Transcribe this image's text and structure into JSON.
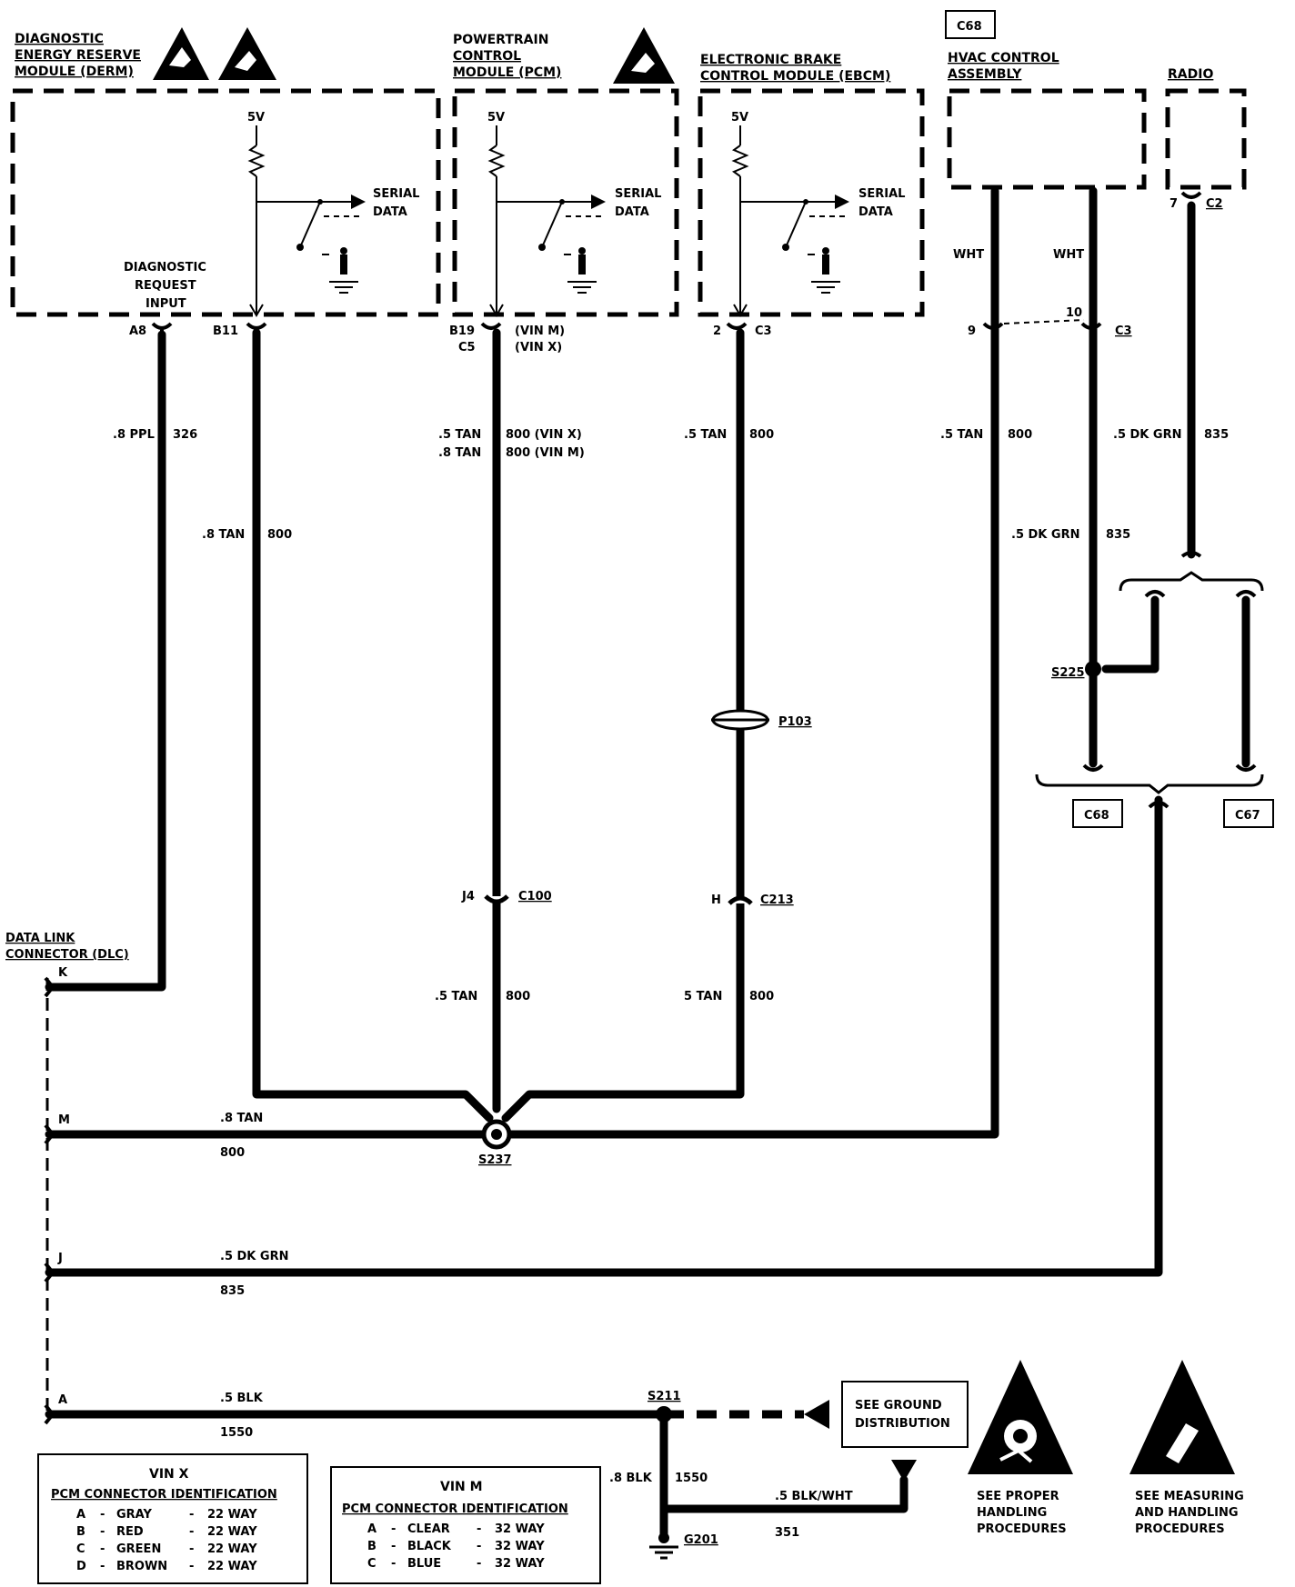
{
  "modules": {
    "derm": {
      "line1": "DIAGNOSTIC",
      "line2": "ENERGY RESERVE",
      "line3": "MODULE (DERM)"
    },
    "pcm": {
      "line1": "POWERTRAIN",
      "line2": "CONTROL",
      "line3": "MODULE (PCM)"
    },
    "ebcm": {
      "line1": "ELECTRONIC BRAKE",
      "line2": "CONTROL MODULE (EBCM)"
    },
    "hvac": {
      "ref": "C68",
      "line1": "HVAC CONTROL",
      "line2": "ASSEMBLY"
    },
    "radio": {
      "line1": "RADIO"
    }
  },
  "internal": {
    "v5": "5V",
    "serial": "SERIAL",
    "data": "DATA",
    "diag_req_1": "DIAGNOSTIC",
    "diag_req_2": "REQUEST",
    "diag_req_3": "INPUT"
  },
  "pins": {
    "derm_a8": "A8",
    "derm_b11": "B11",
    "pcm_b19": "B19",
    "pcm_c5": "C5",
    "pcm_vinm": "(VIN M)",
    "pcm_vinx": "(VIN X)",
    "ebcm_2": "2",
    "ebcm_c3": "C3",
    "hvac_9": "9",
    "hvac_10": "10",
    "hvac_c3": "C3",
    "radio_7": "7",
    "radio_c2": "C2",
    "c100_j4": "J4",
    "c100": "C100",
    "c213_h": "H",
    "c213": "C213"
  },
  "wires": {
    "w326_size": ".8 PPL",
    "w326_num": "326",
    "w800a_size": ".8 TAN",
    "w800a_num": "800",
    "pcm_size1": ".5 TAN",
    "pcm_num1": "800 (VIN X)",
    "pcm_size2": ".8 TAN",
    "pcm_num2": "800 (VIN M)",
    "ebcm_size": ".5 TAN",
    "ebcm_num": "800",
    "hvac9_color": "WHT",
    "hvac10_color": "WHT",
    "hvac9_size": ".5 TAN",
    "hvac9_num": "800",
    "hvac10_size": ".5 DK GRN",
    "hvac10_num": "835",
    "radio_size": ".5 DK GRN",
    "radio_num": "835",
    "pcm_low_size": ".5 TAN",
    "pcm_low_num": "800",
    "ebcm_low_size": "5 TAN",
    "ebcm_low_num": "800",
    "m_size": ".8 TAN",
    "m_num": "800",
    "j_size": ".5 DK GRN",
    "j_num": "835",
    "a_size": ".5 BLK",
    "a_num": "1550",
    "g201_size": ".8 BLK",
    "g201_num": "1550",
    "bw_size": ".5 BLK/WHT",
    "bw_num": "351"
  },
  "splices": {
    "s225": "S225",
    "s237": "S237",
    "s211": "S211",
    "p103": "P103",
    "g201": "G201"
  },
  "connectors": {
    "c68": "C68",
    "c67": "C67"
  },
  "dlc": {
    "line1": "DATA LINK",
    "line2": "CONNECTOR (DLC)",
    "pin_k": "K",
    "pin_m": "M",
    "pin_j": "J",
    "pin_a": "A"
  },
  "ground_box": {
    "line1": "SEE GROUND",
    "line2": "DISTRIBUTION"
  },
  "handling": {
    "l1": "SEE PROPER",
    "l2": "HANDLING",
    "l3": "PROCEDURES"
  },
  "measuring": {
    "l1": "SEE MEASURING",
    "l2": "AND HANDLING",
    "l3": "PROCEDURES"
  },
  "vinx_table": {
    "title": "VIN X",
    "subtitle": "PCM CONNECTOR IDENTIFICATION",
    "rows": [
      {
        "pin": "A",
        "color": "GRAY",
        "way": "22 WAY"
      },
      {
        "pin": "B",
        "color": "RED",
        "way": "22 WAY"
      },
      {
        "pin": "C",
        "color": "GREEN",
        "way": "22 WAY"
      },
      {
        "pin": "D",
        "color": "BROWN",
        "way": "22 WAY"
      }
    ]
  },
  "vinm_table": {
    "title": "VIN M",
    "subtitle": "PCM CONNECTOR IDENTIFICATION",
    "rows": [
      {
        "pin": "A",
        "color": "CLEAR",
        "way": "32 WAY"
      },
      {
        "pin": "B",
        "color": "BLACK",
        "way": "32 WAY"
      },
      {
        "pin": "C",
        "color": "BLUE",
        "way": "32 WAY"
      }
    ]
  }
}
